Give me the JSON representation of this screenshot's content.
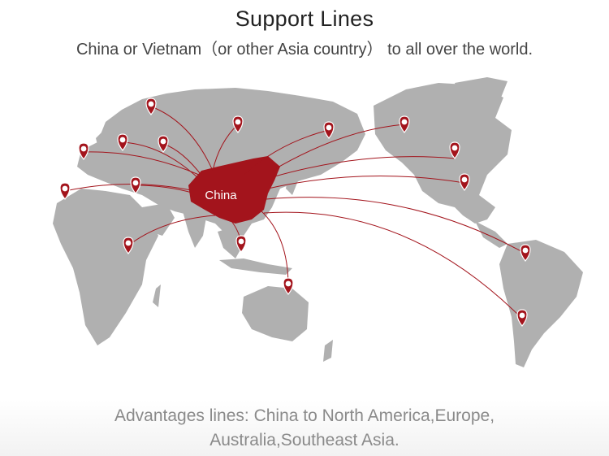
{
  "header": {
    "title": "Support Lines",
    "subtitle": "China or Vietnam（or other Asia country） to all over the world."
  },
  "map": {
    "hub_label": "China",
    "hub_color": "#a3141c",
    "land_color": "#b0b0b0",
    "line_color": "#a3141c",
    "pin_icon": "map-pin-icon",
    "destinations": [
      "pin-russia-northwest",
      "pin-russia-central",
      "pin-russia-east",
      "pin-uk",
      "pin-europe-north",
      "pin-europe-east",
      "pin-west-africa",
      "pin-mediterranean",
      "pin-east-africa",
      "pin-thailand",
      "pin-australia",
      "pin-alaska",
      "pin-canada",
      "pin-usa",
      "pin-venezuela",
      "pin-brazil"
    ]
  },
  "footer": {
    "line1": "Advantages lines: China to North America,Europe,",
    "line2": "Australia,Southeast Asia."
  }
}
